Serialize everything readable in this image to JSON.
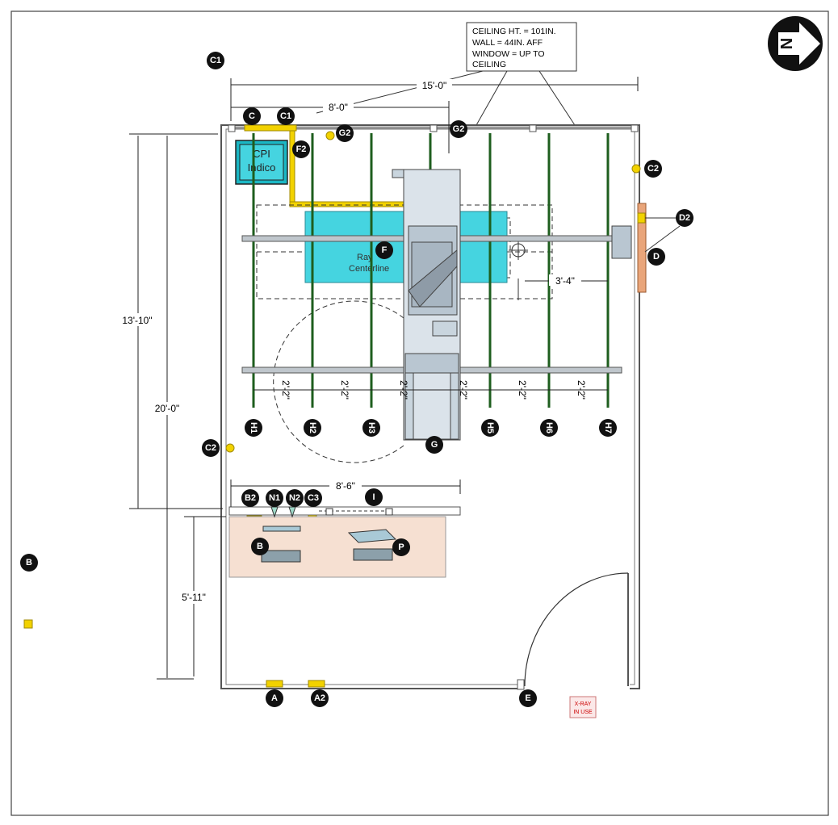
{
  "note": {
    "lines": [
      "CEILING HT. = 101IN.",
      "WALL  = 44IN. AFF",
      "WINDOW = UP TO",
      "CEILING"
    ]
  },
  "north_arrow": {
    "letter": "N"
  },
  "dimensions": {
    "width_15": "15'-0\"",
    "width_8": "8'-0\"",
    "height_13": "13'-10\"",
    "height_20": "20'-0\"",
    "height_5": "5'-11\"",
    "counter_8_6": "8'-6\"",
    "offset_3_4": "3'-4\"",
    "spacing": [
      "2'-2\"",
      "2'-2\"",
      "2'-2\"",
      "2'-2\"",
      "2'-2\"",
      "2'-2\""
    ]
  },
  "equipment": {
    "cpi_line1": "CPI",
    "cpi_line2": "Indico",
    "ray_label_1": "Ray",
    "ray_label_2": "Centerline"
  },
  "markers": {
    "C1_top": "C1",
    "C": "C",
    "C1": "C1",
    "G2_a": "G2",
    "G2_b": "G2",
    "F2": "F2",
    "C2_right": "C2",
    "D2": "D2",
    "D": "D",
    "F": "F",
    "G": "G",
    "H1": "H1",
    "H2": "H2",
    "H3": "H3",
    "H5": "H5",
    "H6": "H6",
    "H7": "H7",
    "C2_left": "C2",
    "B2": "B2",
    "N1": "N1",
    "N2": "N2",
    "C3": "C3",
    "I": "I",
    "B_desk": "B",
    "P": "P",
    "B_outside": "B",
    "A": "A",
    "A2": "A2",
    "E": "E"
  },
  "exit_sign": {
    "line1": "X-RAY",
    "line2": "IN USE"
  },
  "colors": {
    "wall": "#555555",
    "rail": "#1e5e1e",
    "conduit": "#f2d200",
    "cyan_box": "#45d4e0",
    "desk": "#f6e0d2",
    "panel": "#e9a57a",
    "marker": "#111111"
  }
}
